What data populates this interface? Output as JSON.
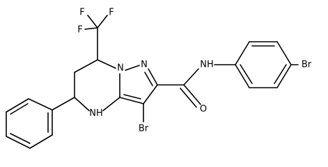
{
  "diagram": {
    "atoms": {
      "f_top_left": "F",
      "f_top_right": "F",
      "f_left": "F",
      "n_ring": "N",
      "n_pyrazole": "N",
      "nh_amide": "NH",
      "o_carbonyl": "O",
      "nh_ring": "NH",
      "br_ring": "Br",
      "br_phenyl": "Br"
    }
  }
}
